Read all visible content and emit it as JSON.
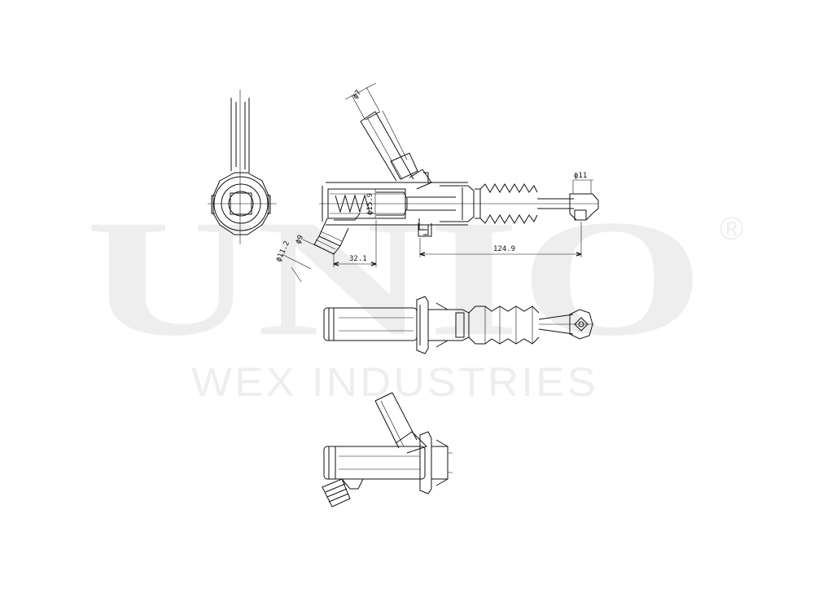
{
  "watermark": {
    "brand": "UNIO",
    "registered_mark": "®",
    "company": "WEX INDUSTRIES"
  },
  "dimensions": {
    "tube_diameter": "ϕ7",
    "outlet_diameter": "ϕ11",
    "bore_diameter": "ϕ15.9",
    "inlet_diameter": "ϕ9",
    "inlet_outer_diameter": "ϕ11.2",
    "offset_length": "32.1",
    "overall_length": "124.9"
  }
}
